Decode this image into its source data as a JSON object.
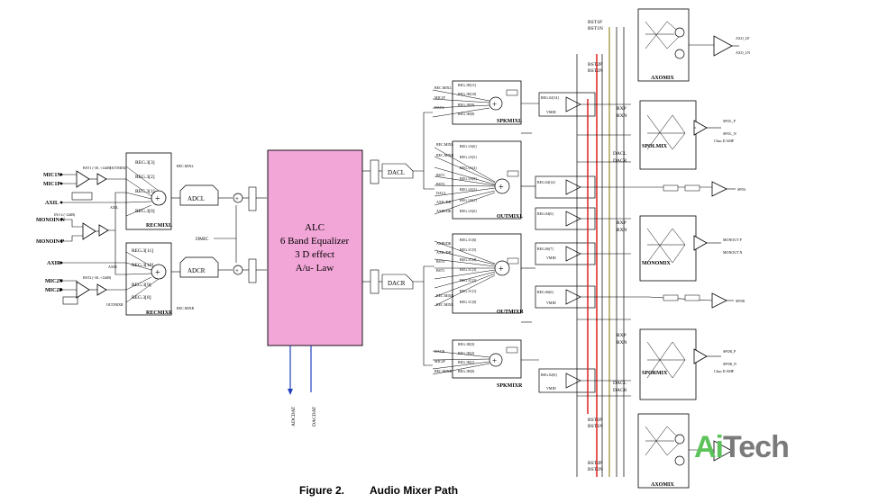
{
  "figure": {
    "number": "Figure 2.",
    "title": "Audio Mixer Path"
  },
  "watermark": {
    "ai": "Ai",
    "tech": "Tech",
    "ai_color": "#5cc35a",
    "tech_color": "#7a7a7a"
  },
  "dsp_block": {
    "lines": [
      "ALC",
      "6  Band Equalizer",
      "3 D effect",
      "A/u- Law"
    ],
    "fill": "#f2a6d8"
  },
  "converters": {
    "adcl": "ADCL",
    "adcr": "ADCR",
    "dacl": "DACL",
    "dacr": "DACR"
  },
  "dmic": "DMIC",
  "outputs": {
    "adcdat": "ADCDAT",
    "dacdat": "DACDAT"
  },
  "inputs": [
    "MIC1N",
    "MIC1P",
    "AXIL",
    "MONOIN N",
    "MONOIN P",
    "AXIR",
    "MIC2N",
    "MIC2P"
  ],
  "mixers": {
    "recmixl": "RECMIXL",
    "recmixr": "RECMIXR",
    "spkmixl": "SPKMIXL",
    "outmixl": "OUTMIXL",
    "outmixr": "OUTMIXR",
    "spkmixr": "SPKMIXR",
    "axomix_top": "AXOMIX",
    "spolmix": "SPOLMIX",
    "monomix": "MONOMIX",
    "spormix": "SPORMIX",
    "axomix_bottom": "AXOMIX"
  },
  "right_labels": {
    "bst1p": "BST1P",
    "bst1n": "BST1N",
    "bst2p": "BST2P",
    "bst2n": "BST2N",
    "rxp": "RXP",
    "rxn": "RXN",
    "dacl": "DACL",
    "dacr": "DACR"
  },
  "wire_colors": {
    "red": "#e02020",
    "olive": "#9a8a2a",
    "dark": "#000000"
  }
}
